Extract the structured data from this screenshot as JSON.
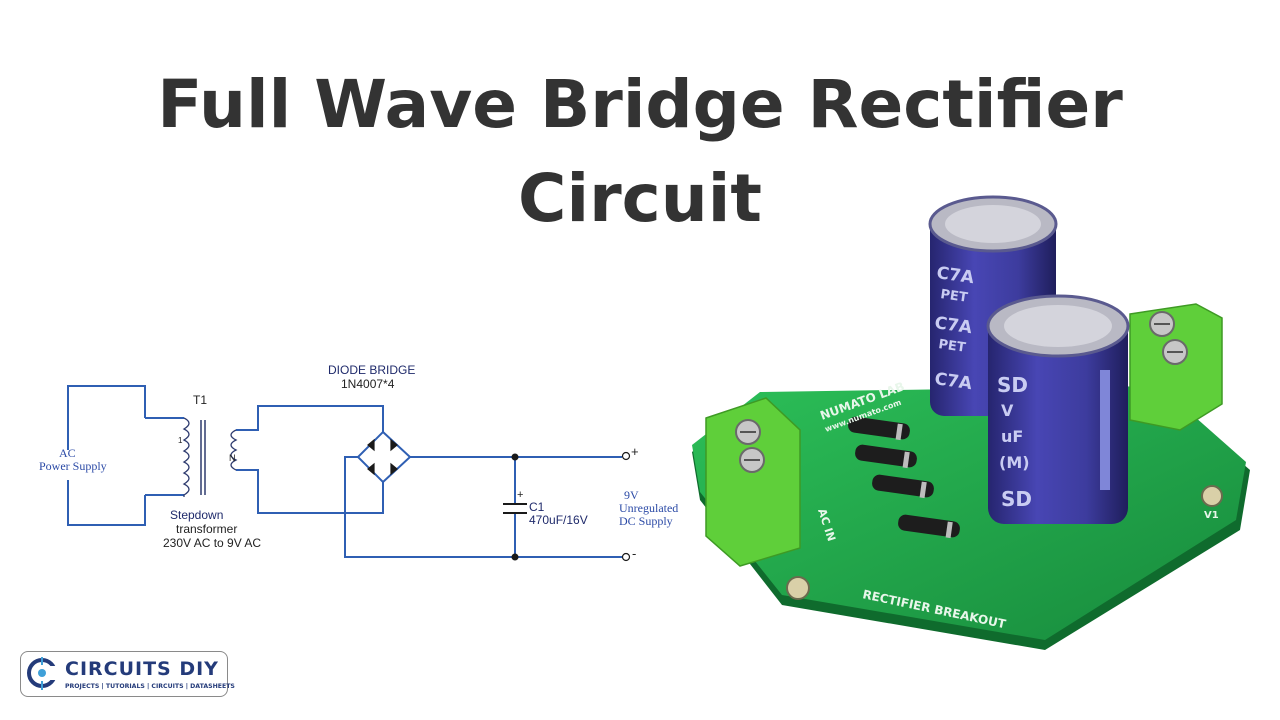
{
  "title": {
    "line1": "Full Wave Bridge Rectifier",
    "line2": "Circuit"
  },
  "schematic": {
    "ac_source": {
      "line1": "AC",
      "line2": "Power Supply"
    },
    "transformer": {
      "ref": "T1",
      "pin_primary": "1",
      "pin_secondary": "N",
      "caption_line1": "Stepdown",
      "caption_line2": "transformer",
      "caption_line3": "230V AC to 9V AC"
    },
    "bridge": {
      "title": "DIODE BRIDGE",
      "part": "1N4007*4"
    },
    "capacitor": {
      "ref": "C1",
      "value": "470uF/16V",
      "polarity": "+"
    },
    "output": {
      "line1": "9V",
      "line2": "Unregulated",
      "line3": "DC Supply",
      "plus": "+",
      "minus": "-"
    },
    "wire_color": "#2f5fb3"
  },
  "board_photo": {
    "brand": "NUMATO LAB",
    "url": "www.numato.com",
    "label": "RECTIFIER BREAKOUT",
    "input_label": "AC IN",
    "version": "V1",
    "cap1_marks": [
      "C7A",
      "PET",
      "C7A",
      "PET",
      "C7A"
    ],
    "cap2_marks": [
      "SD",
      "V",
      "uF",
      "(M)",
      "SD"
    ],
    "pcb_color": "#1fa84a",
    "terminal_color": "#5fcf3a",
    "capacitor_color": "#3d3c9e"
  },
  "logo": {
    "name": "CIRCUITS DIY",
    "tagline": "PROJECTS | TUTORIALS | CIRCUITS | DATASHEETS",
    "color": "#243b7a"
  }
}
